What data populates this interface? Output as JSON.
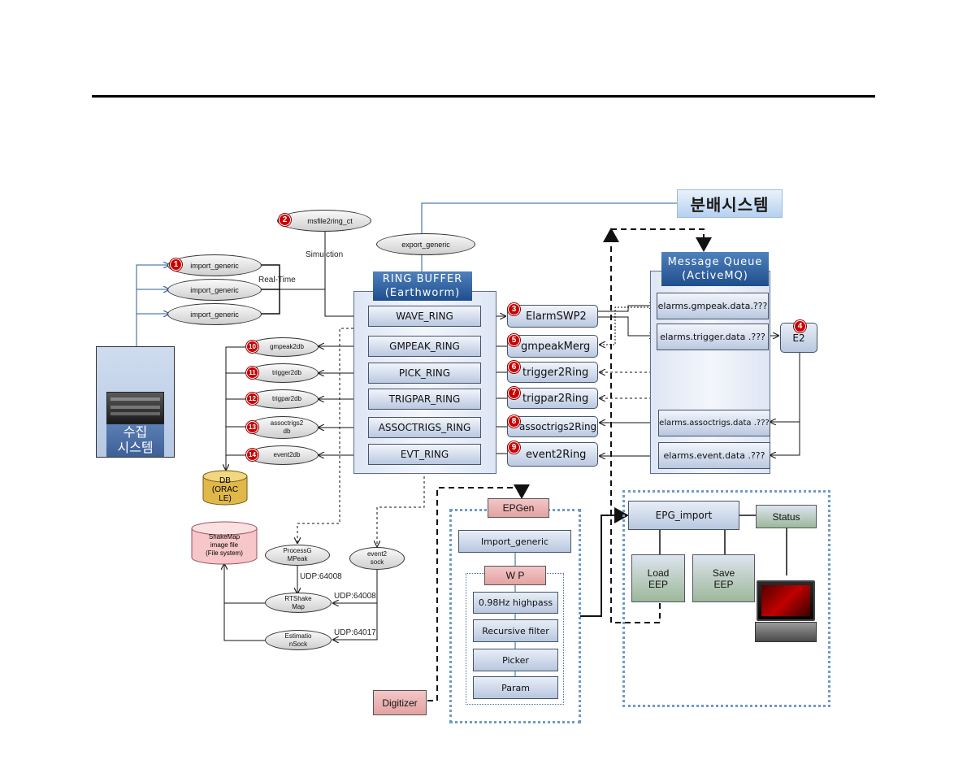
{
  "distribution_system": "분배시스템",
  "collection_system": "수집\n시스템",
  "ring_buffer": {
    "title": "RING BUFFER\n(Earthworm)",
    "rings": [
      "WAVE_RING",
      "GMPEAK_RING",
      "PICK_RING",
      "TRIGPAR_RING",
      "ASSOCTRIGS_RING",
      "EVT_RING"
    ]
  },
  "message_queue": {
    "title": "Message Queue\n(ActiveMQ)",
    "topics": [
      "elarms.gmpeak.data.???",
      "elarms.trigger.data .???",
      "elarms.assoctrigs.data .???",
      "elarms.event.data .???"
    ]
  },
  "processes": [
    "ElarmSWP2",
    "gmpeakMerg",
    "trigger2Ring",
    "trigpar2Ring",
    "assoctrigs2Ring",
    "event2Ring"
  ],
  "process_numbers": [
    "3",
    "5",
    "6",
    "7",
    "8",
    "9"
  ],
  "e2": {
    "label": "E2",
    "number": "4"
  },
  "imports": [
    {
      "label": "import_generic",
      "number": "1"
    },
    {
      "label": "import_generic"
    },
    {
      "label": "import_generic"
    }
  ],
  "msfile": {
    "label": "msfile2ring_ct",
    "number": "2"
  },
  "export_generic": "export_generic",
  "labels": {
    "simulation": "Simulction",
    "realtime": "Real-Time",
    "udp1": "UDP:64008",
    "udp2": "UDP:64008",
    "udp3": "UDP:64017"
  },
  "db_writers": [
    {
      "label": "gmpeak2db",
      "number": "10"
    },
    {
      "label": "trigger2db",
      "number": "11"
    },
    {
      "label": "trigpar2db",
      "number": "12"
    },
    {
      "label": "assoctrigs2\ndb",
      "number": "13"
    },
    {
      "label": "event2db",
      "number": "14"
    }
  ],
  "db": "DB\n(ORAC\nLE)",
  "shakemap": "ShakeMap\nimage file\n(File system)",
  "small_ellipses": {
    "process": "ProcessG\nMPeak",
    "event2sock": "event2\nsock",
    "rtshake": "RTShake\nMap",
    "estimation": "Estimatio\nnSock"
  },
  "epgen": {
    "label": "EPGen",
    "import": "Import_generic",
    "wp": "W P",
    "filters": [
      "0.98Hz highpass",
      "Recursive filter",
      "Picker",
      "Param"
    ]
  },
  "digitizer": "Digitizer",
  "epg": {
    "import": "EPG_import",
    "status": "Status",
    "load": "Load\nEEP",
    "save": "Save\nEEP"
  },
  "colors": {
    "accent": "#1f4e8c",
    "marker": "#cc0000",
    "pink": "#e3a2a2",
    "dotted": "#6d9bc9"
  }
}
